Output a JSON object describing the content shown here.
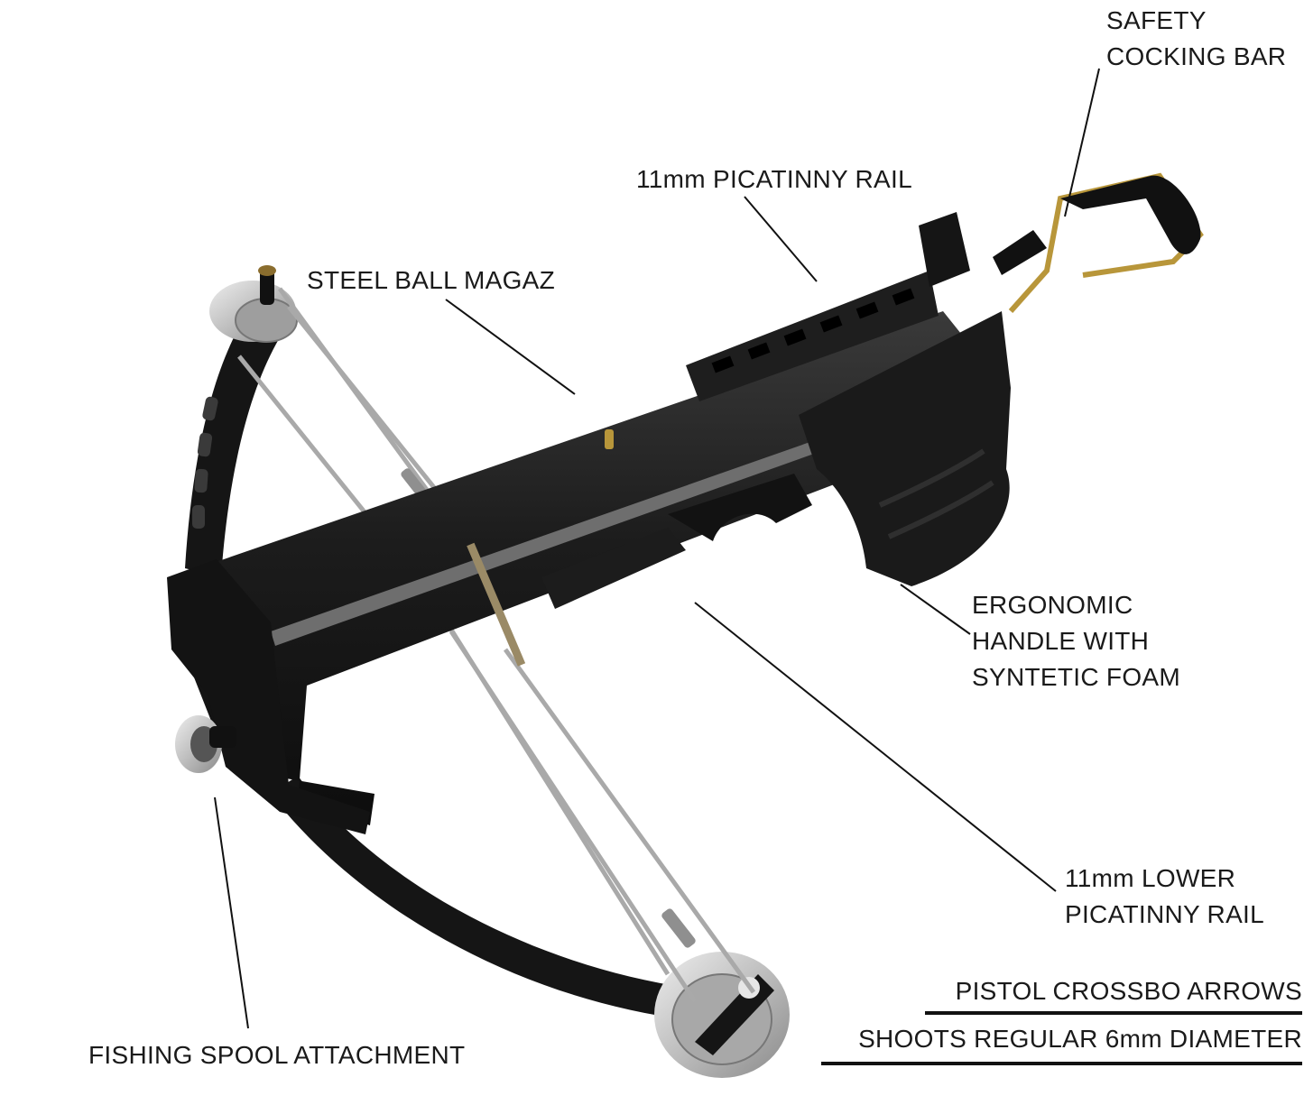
{
  "labels": {
    "safety_cocking_bar": [
      "SAFETY",
      "COCKING BAR"
    ],
    "picatinny_rail": "11mm PICATINNY RAIL",
    "steel_ball_magazine": "STEEL BALL MAGAZ",
    "ergonomic_handle": [
      "ERGONOMIC",
      "HANDLE WITH",
      "SYNTETIC FOAM"
    ],
    "lower_picatinny_rail": [
      "11mm LOWER",
      "PICATINNY RAIL"
    ],
    "fishing_spool": "FISHING SPOOL ATTACHMENT"
  },
  "note": {
    "line1": "PISTOL CROSSBO ARROWS",
    "line2": "SHOOTS REGULAR 6mm DIAMETER"
  },
  "colors": {
    "text": "#1a1a1a",
    "limb": "#151515",
    "cable": "#a9a9a9",
    "brass": "#b8963a",
    "steel": "#c9c9c9"
  }
}
